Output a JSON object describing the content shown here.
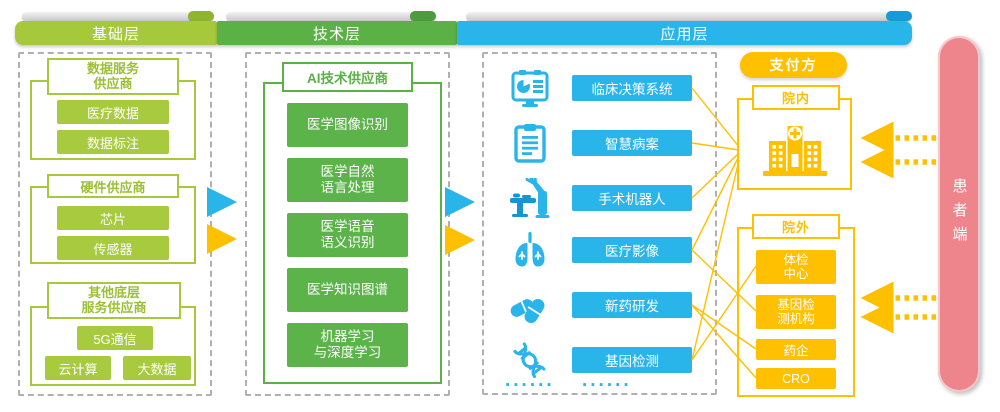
{
  "layers": {
    "foundation": "基础层",
    "technology": "技术层",
    "application": "应用层"
  },
  "foundation": {
    "groups": [
      {
        "title": "数据服务\n供应商",
        "items": [
          "医疗数据",
          "数据标注"
        ]
      },
      {
        "title": "硬件供应商",
        "items": [
          "芯片",
          "传感器"
        ]
      },
      {
        "title": "其他底层\n服务供应商",
        "items": [
          "5G通信",
          "云计算",
          "大数据"
        ]
      }
    ]
  },
  "technology": {
    "title": "AI技术供应商",
    "items": [
      "医学图像识别",
      "医学自然\n语言处理",
      "医学语音\n语义识别",
      "医学知识图谱",
      "机器学习\n与深度学习"
    ]
  },
  "application": {
    "items": [
      {
        "label": "临床决策系统",
        "icon": "clinical-decision-screen-icon"
      },
      {
        "label": "智慧病案",
        "icon": "medical-record-clipboard-icon"
      },
      {
        "label": "手术机器人",
        "icon": "surgical-robot-icon"
      },
      {
        "label": "医疗影像",
        "icon": "lungs-icon"
      },
      {
        "label": "新药研发",
        "icon": "capsule-pills-icon"
      },
      {
        "label": "基因检测",
        "icon": "dna-helix-icon"
      }
    ],
    "ellipsis": "......"
  },
  "payer": {
    "title": "支付方",
    "in_hospital": {
      "title": "院内",
      "icon": "hospital-building-icon"
    },
    "out_hospital": {
      "title": "院外",
      "items": [
        "体检\n中心",
        "基因检\n测机构",
        "药企",
        "CRO"
      ]
    }
  },
  "patient": {
    "label": "患者端"
  },
  "colors": {
    "foundation_green": "#a6c93c",
    "technology_green": "#5bb046",
    "application_cyan": "#2ab5ea",
    "payer_yellow": "#ffc000",
    "patient_pink": "#ee858c",
    "dashed_gray": "#b0b0b0"
  }
}
